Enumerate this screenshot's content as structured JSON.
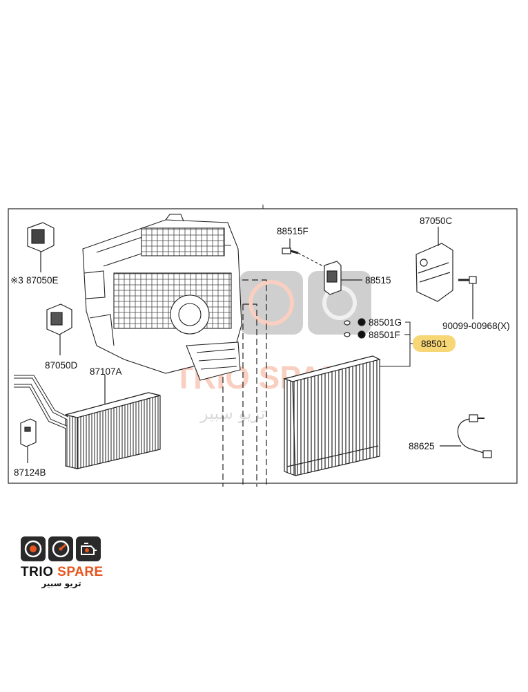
{
  "diagram": {
    "labels": {
      "p88515F": "88515F",
      "p87050C": "87050C",
      "p87050E_prefix": "※3",
      "p87050E": "87050E",
      "p88515": "88515",
      "p88501G": "88501G",
      "p88501F": "88501F",
      "p88501": "88501",
      "p90099": "90099-00968(X)",
      "p87050D": "87050D",
      "p87107A": "87107A",
      "p88625": "88625",
      "p87124B": "87124B"
    },
    "highlight_color": "#f7d675"
  },
  "watermark": {
    "brand": "TRIO SPARE",
    "arabic": "تريو سبير"
  },
  "logo": {
    "brand_part1": "TRIO ",
    "brand_part2": "SPARE",
    "arabic": "تريو سبير",
    "accent_color": "#e8551f"
  }
}
